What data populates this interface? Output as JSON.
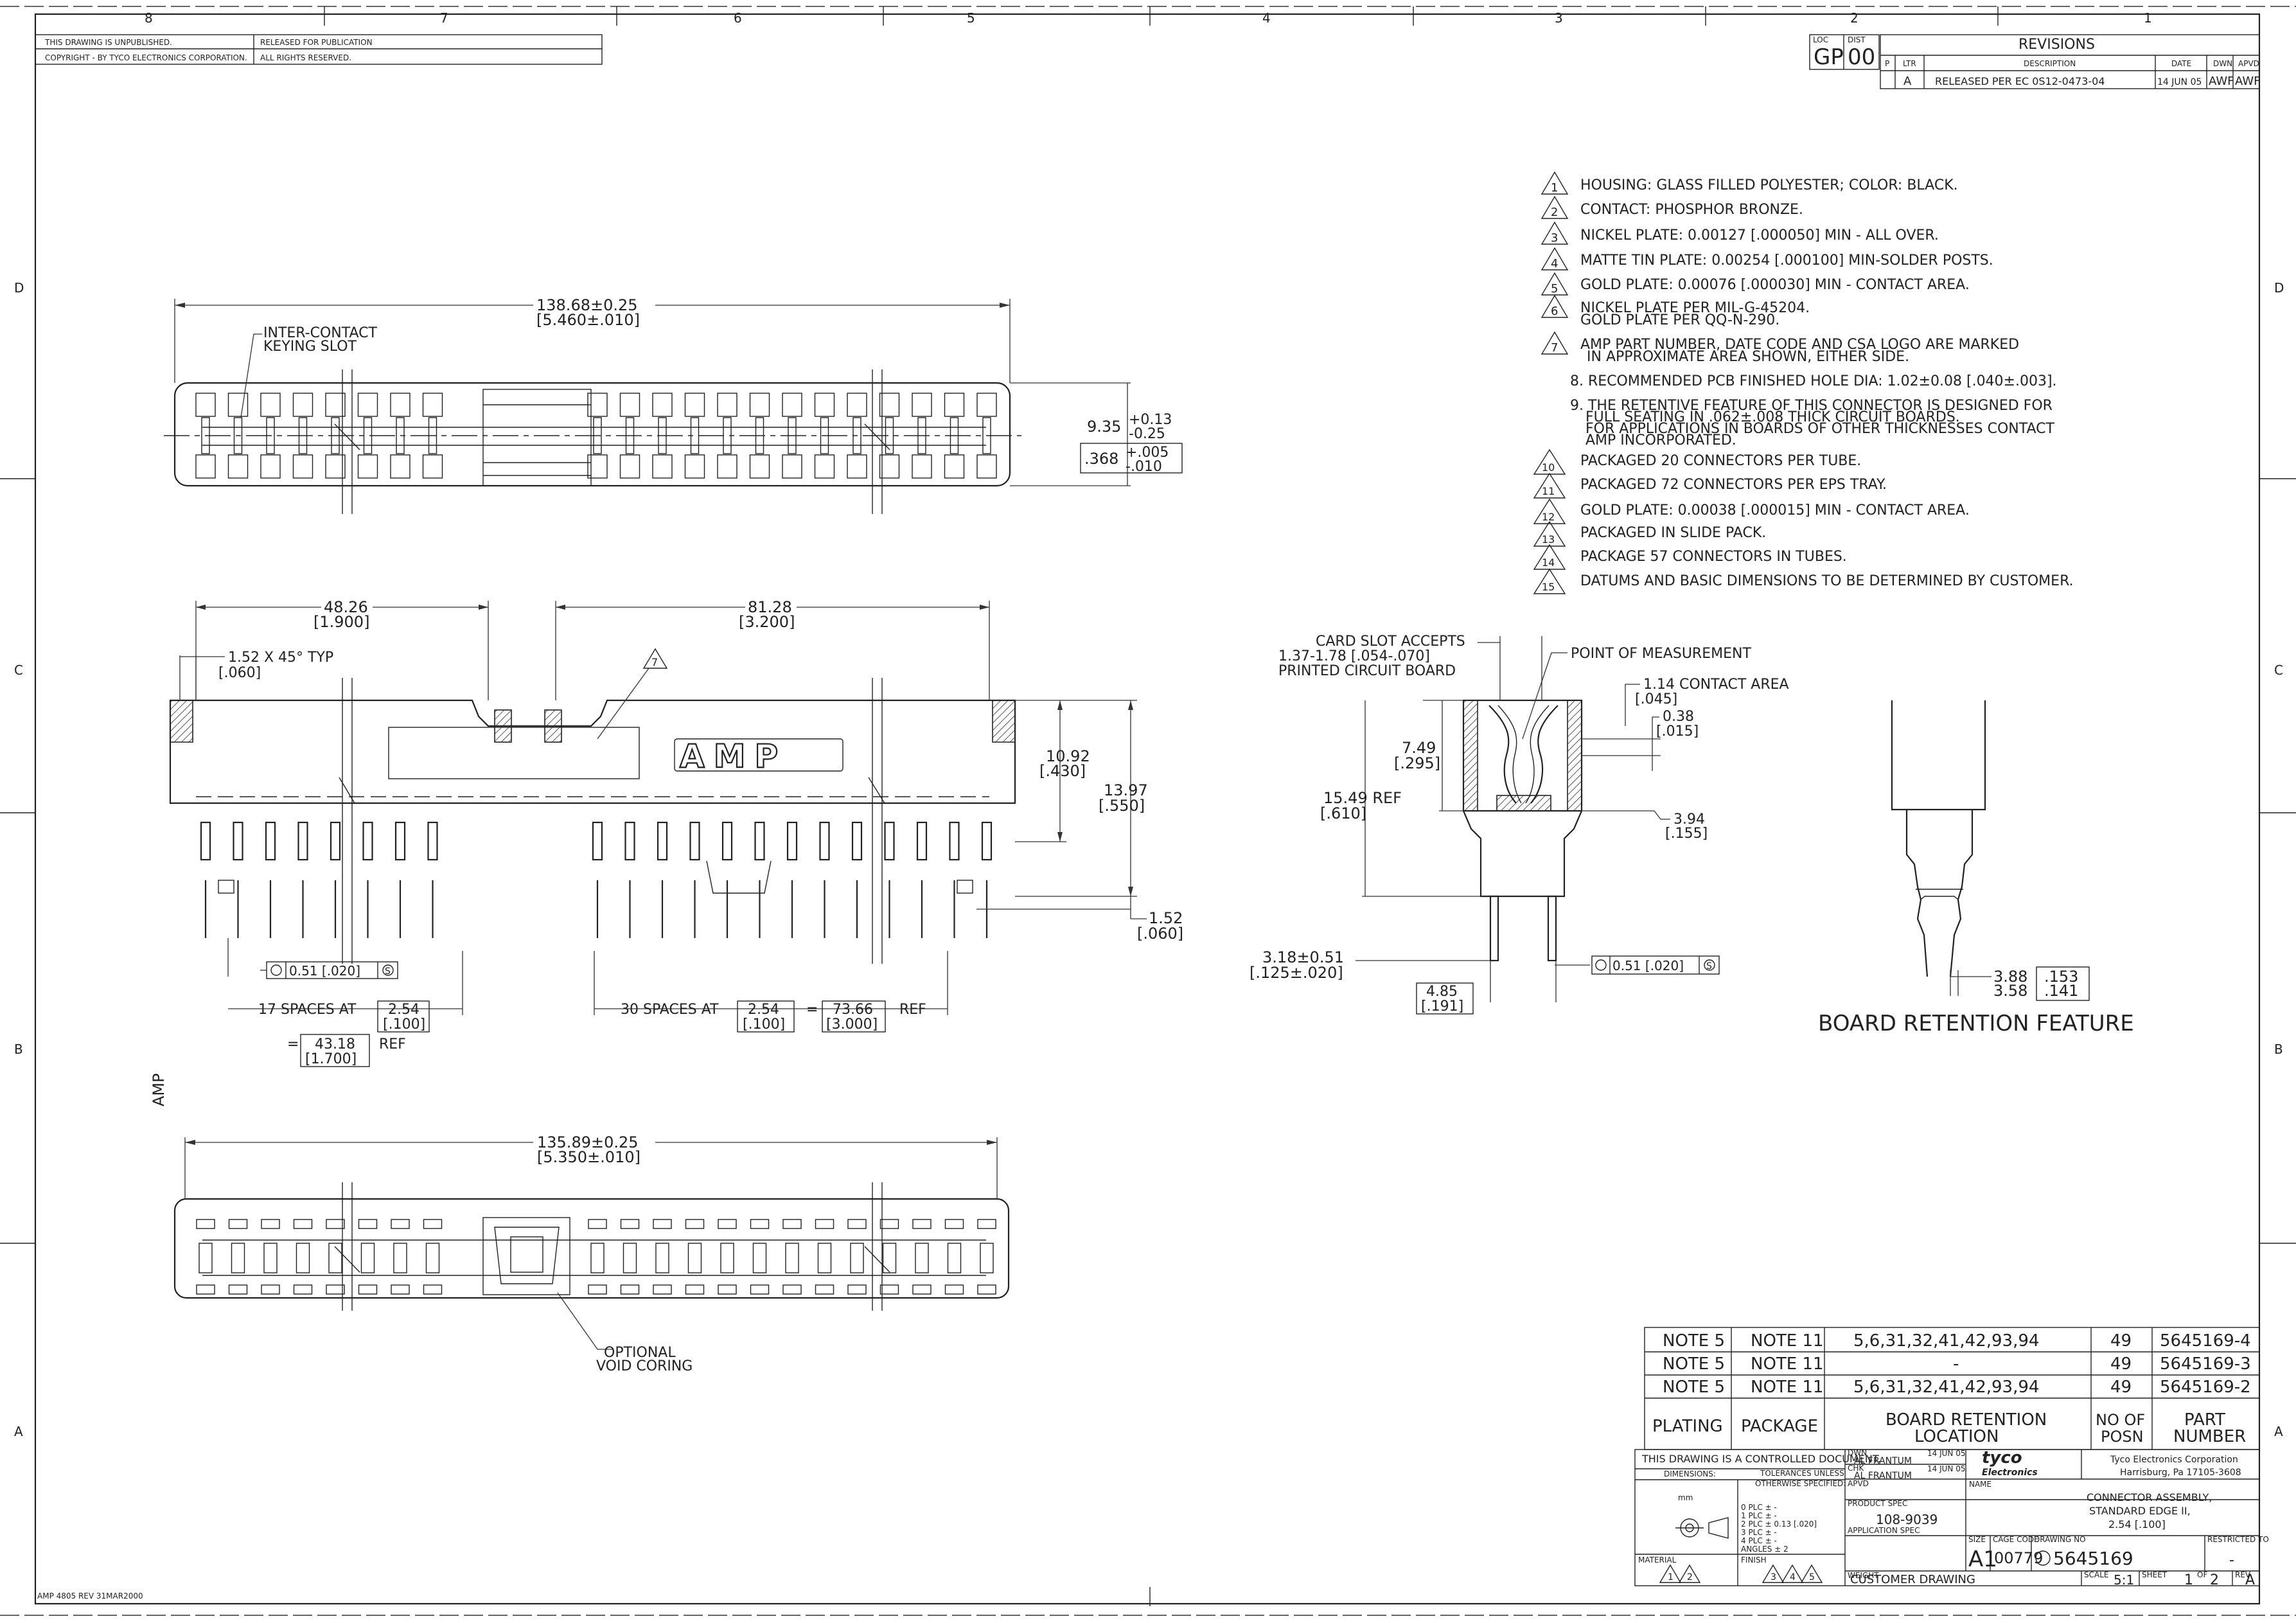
{
  "header": {
    "unpublished": "THIS DRAWING IS UNPUBLISHED.",
    "copyright": "COPYRIGHT  -     BY TYCO ELECTRONICS CORPORATION.",
    "released": "RELEASED FOR PUBLICATION",
    "rights": "ALL RIGHTS RESERVED."
  },
  "zones": {
    "cols": [
      "8",
      "7",
      "6",
      "5",
      "4",
      "3",
      "2",
      "1"
    ],
    "rows": [
      "D",
      "C",
      "B",
      "A"
    ]
  },
  "loc_block": {
    "loc_label": "LOC",
    "dist_label": "DIST",
    "loc": "GP",
    "dist": "00"
  },
  "revisions": {
    "title": "REVISIONS",
    "cols": {
      "p": "P",
      "ltr": "LTR",
      "desc": "DESCRIPTION",
      "date": "DATE",
      "dwn": "DWN",
      "apvd": "APVD"
    },
    "row": {
      "ltr": "A",
      "desc": "RELEASED PER EC 0S12-0473-04",
      "date": "14 JUN 05",
      "dwn": "AWF",
      "apvd": "AWF"
    }
  },
  "notes": {
    "n1": "HOUSING: GLASS FILLED POLYESTER;   COLOR: BLACK.",
    "n2": "CONTACT: PHOSPHOR BRONZE.",
    "n3": "NICKEL PLATE: 0.00127 [.000050] MIN - ALL OVER.",
    "n4": "MATTE TIN PLATE: 0.00254 [.000100] MIN-SOLDER POSTS.",
    "n5": "GOLD PLATE: 0.00076 [.000030] MIN - CONTACT AREA.",
    "n6a": "NICKEL PLATE PER MIL-G-45204.",
    "n6b": "GOLD PLATE PER QQ-N-290.",
    "n7a": "AMP PART NUMBER, DATE CODE AND CSA LOGO ARE MARKED",
    "n7b": "IN APPROXIMATE AREA SHOWN, EITHER SIDE.",
    "n8": "8. RECOMMENDED PCB FINISHED HOLE DIA: 1.02±0.08 [.040±.003].",
    "n9a": "9. THE RETENTIVE FEATURE OF THIS CONNECTOR IS DESIGNED FOR",
    "n9b": "FULL SEATING IN .062±.008 THICK CIRCUIT BOARDS.",
    "n9c": "FOR APPLICATIONS IN BOARDS OF OTHER THICKNESSES CONTACT",
    "n9d": "AMP INCORPORATED.",
    "n10": "PACKAGED 20 CONNECTORS PER TUBE.",
    "n11": "PACKAGED 72 CONNECTORS PER EPS TRAY.",
    "n12": "GOLD PLATE: 0.00038 [.000015] MIN - CONTACT AREA.",
    "n13": "PACKAGED IN SLIDE PACK.",
    "n14": "PACKAGE 57 CONNECTORS IN TUBES.",
    "n15": "DATUMS AND BASIC DIMENSIONS TO BE DETERMINED BY CUSTOMER."
  },
  "flags": [
    "1",
    "2",
    "3",
    "4",
    "5",
    "6",
    "7",
    "10",
    "11",
    "12",
    "13",
    "14",
    "15"
  ],
  "top_view": {
    "width": "138.68±0.25",
    "width_in": "[5.460±.010]",
    "keying_1": "INTER-CONTACT",
    "keying_2": "KEYING SLOT",
    "height": "9.35",
    "tol_plus": "+0.13",
    "tol_minus": "-0.25",
    "height_in": ".368",
    "in_plus": "+.005",
    "in_minus": "-.010"
  },
  "front_view": {
    "d1": "48.26",
    "d1_in": "[1.900]",
    "d2": "81.28",
    "d2_in": "[3.200]",
    "chamfer": "1.52 X 45°  TYP",
    "chamfer_in": "[.060]",
    "flag7": "7",
    "logo": "AMP",
    "h1": "10.92",
    "h1_in": "[.430]",
    "h2": "13.97",
    "h2_in": "[.550]",
    "h3": "1.52",
    "h3_in": "[.060]",
    "tp": "0.51 [.020]",
    "tp_mod": "S",
    "sp17": "17 SPACES AT",
    "sp30": "30 SPACES AT",
    "pitch": "2.54",
    "pitch_in": "[.100]",
    "eq": "=",
    "sum1": "43.18",
    "sum1_in": "[1.700]",
    "sum2": "73.66",
    "sum2_in": "[3.000]",
    "ref": "REF"
  },
  "bottom_view": {
    "width": "135.89±0.25",
    "width_in": "[5.350±.010]",
    "void_1": "OPTIONAL",
    "void_2": "VOID CORING",
    "amp": "AMP"
  },
  "section_view": {
    "card_1": "CARD SLOT ACCEPTS",
    "card_2": "1.37-1.78 [.054-.070]",
    "card_3": "PRINTED CIRCUIT BOARD",
    "pom": "POINT OF MEASUREMENT",
    "ca": "1.14 CONTACT AREA",
    "ca_in": "[.045]",
    "d038": "0.38",
    "d038_in": "[.015]",
    "d749": "7.49",
    "d749_in": "[.295]",
    "d1549": "15.49 REF",
    "d1549_in": "[.610]",
    "d394": "3.94",
    "d394_in": "[.155]",
    "d318": "3.18±0.51",
    "d318_in": "[.125±.020]",
    "d485": "4.85",
    "d485_in": "[.191]",
    "tp": "0.51 [.020]",
    "tp_mod": "S"
  },
  "retention": {
    "title": "BOARD RETENTION FEATURE",
    "d1": "3.88",
    "d2": "3.58",
    "d1_in": ".153",
    "d2_in": ".141"
  },
  "tab_table": {
    "rows": [
      [
        "NOTE 5",
        "NOTE 11",
        "5,6,31,32,41,42,93,94",
        "49",
        "5645169-4"
      ],
      [
        "NOTE 5",
        "NOTE 11",
        "-",
        "49",
        "5645169-3"
      ],
      [
        "NOTE 5",
        "NOTE 11",
        "5,6,31,32,41,42,93,94",
        "49",
        "5645169-2"
      ]
    ],
    "headers": {
      "plating": "PLATING",
      "package": "PACKAGE",
      "brl_1": "BOARD RETENTION",
      "brl_2": "LOCATION",
      "posn_1": "NO OF",
      "posn_2": "POSN",
      "pn_1": "PART",
      "pn_2": "NUMBER"
    }
  },
  "title_block": {
    "controlled": "THIS DRAWING IS A CONTROLLED DOCUMENT.",
    "dimensions": "DIMENSIONS:",
    "dim_unit": "mm",
    "tol_1": "TOLERANCES UNLESS",
    "tol_2": "OTHERWISE SPECIFIED:",
    "tol_lines": [
      "0 PLC   ± -",
      "1 PLC   ± -",
      "2 PLC   ± 0.13 [.020]",
      "3 PLC   ± -",
      "4 PLC   ± -",
      "ANGLES      ± 2"
    ],
    "material": "MATERIAL",
    "finish": "FINISH",
    "mat_flags": [
      "1",
      "2"
    ],
    "fin_flags": [
      "3",
      "4",
      "5"
    ],
    "dwn_label": "DWN",
    "dwn": "AL FRANTUM",
    "dwn_date": "14 JUN 05",
    "chk_label": "CHK",
    "chk": "AL FRANTUM",
    "chk_date": "14 JUN 05",
    "apvd_label": "APVD",
    "prod_spec_label": "PRODUCT SPEC",
    "prod_spec": "108-9039",
    "app_spec_label": "APPLICATION SPEC",
    "weight_label": "WEIGHT",
    "logo_1": "tyco",
    "logo_2": "Electronics",
    "company": "Tyco Electronics Corporation",
    "address": "Harrisburg, Pa 17105-3608",
    "name_label": "NAME",
    "name_1": "CONNECTOR ASSEMBLY,",
    "name_2": "STANDARD EDGE II,",
    "name_3": "2.54 [.100]",
    "size_label": "SIZE",
    "size": "A1",
    "cage_label": "CAGE CODE",
    "cage": "00779",
    "dwg_label": "DRAWING NO",
    "dwg": "5645169",
    "restricted_label": "RESTRICTED TO",
    "restricted": "-",
    "customer": "CUSTOMER DRAWING",
    "scale_label": "SCALE",
    "scale": "5:1",
    "sheet_label": "SHEET",
    "sheet": "1",
    "of_label": "OF",
    "sheets": "2",
    "rev_label": "REV",
    "rev": "A"
  },
  "footer": "AMP 4805 REV 31MAR2000"
}
